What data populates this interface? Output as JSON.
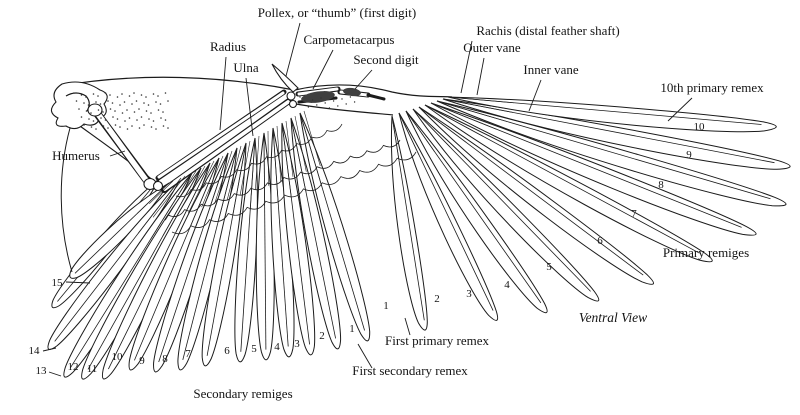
{
  "colors": {
    "ink": "#1b1b1b",
    "background": "#ffffff"
  },
  "figure": {
    "view_label": "Ventral View",
    "bone_labels": {
      "pollex": "Pollex, or “thumb” (first digit)",
      "carpometacarpus": "Carpometacarpus",
      "second_digit": "Second digit",
      "radius": "Radius",
      "ulna": "Ulna",
      "humerus": "Humerus"
    },
    "feather_labels": {
      "rachis": "Rachis (distal feather shaft)",
      "outer_vane": "Outer vane",
      "inner_vane": "Inner vane",
      "tenth_primary": "10th primary remex",
      "primary_remiges": "Primary remiges",
      "first_primary": "First primary remex",
      "first_secondary": "First secondary remex",
      "secondary_remiges": "Secondary remiges"
    },
    "primary_numbers": [
      "1",
      "2",
      "3",
      "4",
      "5",
      "6",
      "7",
      "8",
      "9",
      "10"
    ],
    "secondary_numbers": [
      "1",
      "2",
      "3",
      "4",
      "5",
      "6",
      "7",
      "8",
      "9",
      "10",
      "11",
      "12",
      "13",
      "14",
      "15"
    ]
  }
}
